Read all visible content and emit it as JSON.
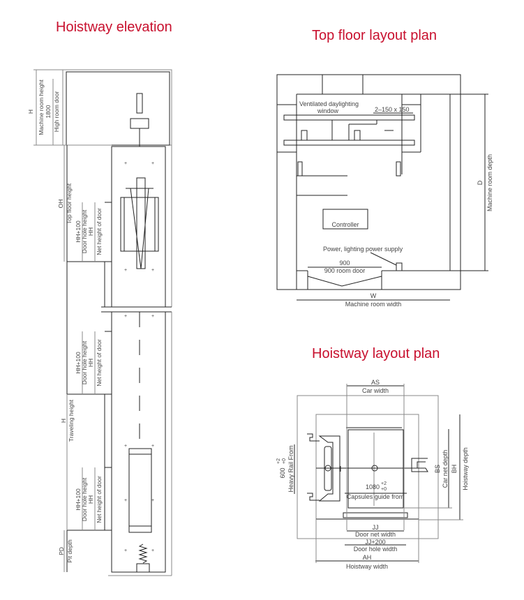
{
  "titles": {
    "elevation": "Hoistway elevation",
    "top_floor": "Top floor layout plan",
    "hoistway_plan": "Hoistway layout plan"
  },
  "title_color": "#c8102e",
  "elevation": {
    "mr_h": "H",
    "mr_height": "Machine room height",
    "door_1800": "1800",
    "high_room_door": "High room door",
    "oh": "OH",
    "top_floor_height": "Top floor height",
    "hh100": "HH+100",
    "door_hole_height": "Door hole height",
    "hh": "HH",
    "net_height_door": "Net height of door",
    "travel_h": "H",
    "traveling_height": "Traveling height",
    "pd": "PD",
    "pit_depth": "Pit depth"
  },
  "top_floor": {
    "window": "Ventilated daylighting",
    "window2": "window",
    "window_size": "2–150 x 150",
    "controller": "Controller",
    "power": "Power, lighting power supply",
    "door_dim": "900",
    "door_label": "900 room door",
    "w": "W",
    "width_label": "Machine room width",
    "d": "D",
    "depth_label": "Machine room depth"
  },
  "hoistway_plan": {
    "as": "AS",
    "car_width": "Car width",
    "rail_value": "600",
    "rail_tol_plus": "+2",
    "rail_tol_zero": "+0",
    "rail_label": "Heavy  Rail From",
    "guide_value": "1080",
    "guide_tol_plus": "+2",
    "guide_tol_zero": "+0",
    "guide_label": "Capsules guide from",
    "bs": "BS",
    "car_net_depth": "Car net depth",
    "bh": "BH",
    "hoistway_depth": "Hoistway depth",
    "jj": "JJ",
    "door_net_width": "Door net width",
    "jj200": "JJ+200",
    "door_hole_width": "Door hole width",
    "ah": "AH",
    "hoistway_width": "Hoistway width"
  }
}
